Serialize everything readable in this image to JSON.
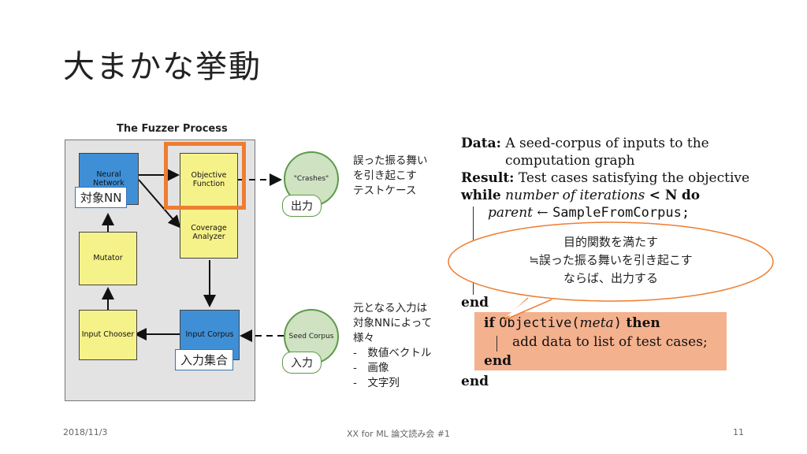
{
  "slide": {
    "title": "大まかな挙動",
    "footer_left": "2018/11/3",
    "footer_center": "XX for ML 論文読み会 #1",
    "footer_right": "11"
  },
  "figure": {
    "title": "The Fuzzer Process",
    "boxes": {
      "neural_network": "Neural Network",
      "objective_function": "Objective\nFunction",
      "coverage_analyzer": "Coverage\nAnalyzer",
      "mutator": "Mutator",
      "input_chooser": "Input Chooser",
      "input_corpus": "Input Corpus"
    },
    "circles": {
      "crashes": "\"Crashes\"",
      "seed_corpus": "Seed Corpus"
    },
    "overlay_tags": {
      "target_nn": "対象NN",
      "input_set": "入力集合",
      "output": "出力",
      "input": "入力"
    }
  },
  "notes": {
    "crashes_note": [
      "誤った振る舞い",
      "を引き起こす",
      "テストケース"
    ],
    "seed_note": [
      "元となる入力は",
      "対象NNによって",
      "様々",
      "-　数値ベクトル",
      "-　画像",
      "-　文字列"
    ]
  },
  "algorithm": {
    "data_kw": "Data:",
    "data_text_1": "A seed-corpus of inputs to the",
    "data_text_2": "computation graph",
    "result_kw": "Result:",
    "result_text": "Test cases satisfying the objective",
    "while_kw": "while",
    "while_cond": "number of iterations",
    "while_lt": "< N",
    "do_kw": "do",
    "parent_var": "parent",
    "arrow": "←",
    "sample_fn": "SampleFromCorpus;",
    "end_kw": "end",
    "if_kw": "if",
    "objective_fn": "Objective(",
    "meta_var": "meta",
    "objective_close": ")",
    "then_kw": "then",
    "add_text": "add data to list of test cases;",
    "end_if": "end",
    "end_final": "end"
  },
  "callout": {
    "lines": [
      "目的関数を満たす",
      "≒誤った振る舞いを引き起こす",
      "ならば、出力する"
    ]
  },
  "colors": {
    "highlight_orange": "#ee7d31",
    "highlight_fill": "#f4b18e",
    "box_blue": "#3f8fd6",
    "box_yellow": "#f6f28a",
    "circle_green": "#cfe2c2",
    "tag_border_blue": "#3a72b6"
  }
}
